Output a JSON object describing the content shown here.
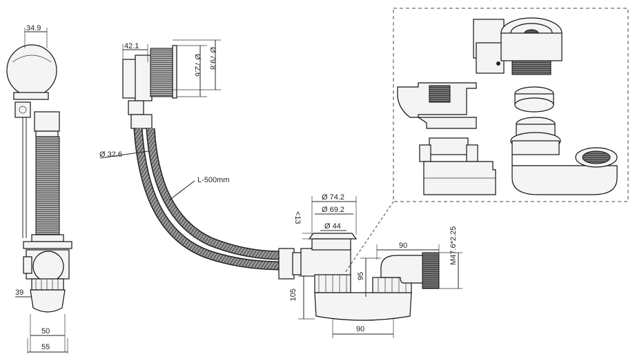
{
  "dimensions": {
    "side_top_width": "34.9",
    "side_bottom_39": "39",
    "side_bottom_50": "50",
    "side_bottom_55": "55",
    "overflow_42": "42.1",
    "overflow_d726": "Ø 72.6",
    "overflow_d798": "Ø 79.8",
    "hose_d": "Ø 32.6",
    "hose_length": "L-500mm",
    "drain_d742": "Ø 74.2",
    "drain_d692": "Ø 69.2",
    "drain_d44": "Ø 44",
    "drain_13": "<13",
    "drain_105": "105",
    "drain_95": "95",
    "drain_90_top": "90",
    "drain_90_bottom": "90",
    "drain_thread": "M47.6*2.25"
  }
}
